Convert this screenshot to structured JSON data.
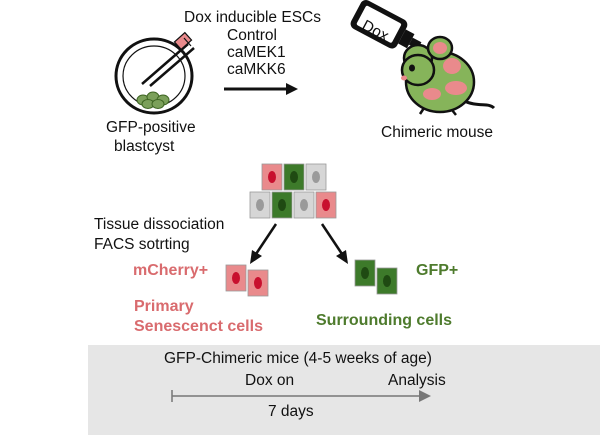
{
  "workflow": {
    "esc_title": "Dox inducible ESCs",
    "constructs": [
      "Control",
      "caMEK1",
      "caMKK6"
    ],
    "dox_label": "Dox",
    "blastocyst_label_line1": "GFP-positive",
    "blastocyst_label_line2": "blastcyst",
    "mouse_label": "Chimeric mouse"
  },
  "sorting": {
    "step_line1": "Tissue dissociation",
    "step_line2": "FACS sotrting",
    "mcherry_label": "mCherry+",
    "gfp_label": "GFP+",
    "primary_line1": "Primary",
    "primary_line2": "Senescenct cells",
    "surrounding_label": "Surrounding cells"
  },
  "timeline": {
    "title": "GFP-Chimeric mice (4-5 weeks of age)",
    "start_label": "Dox on",
    "end_label": "Analysis",
    "duration_label": "7 days"
  },
  "colors": {
    "red_cell": "#e98a8c",
    "red_nucleus": "#c8102e",
    "green_cell": "#3d7a2a",
    "green_nucleus": "#1f4a12",
    "gray_cell": "#d6d6d6",
    "gray_nucleus": "#9a9a9a",
    "red_text": "#d96b6e",
    "green_text": "#4e7b2d",
    "mouse_body": "#86b45a",
    "mouse_patch": "#e98a8c",
    "panel_bg": "#e6e6e6"
  }
}
